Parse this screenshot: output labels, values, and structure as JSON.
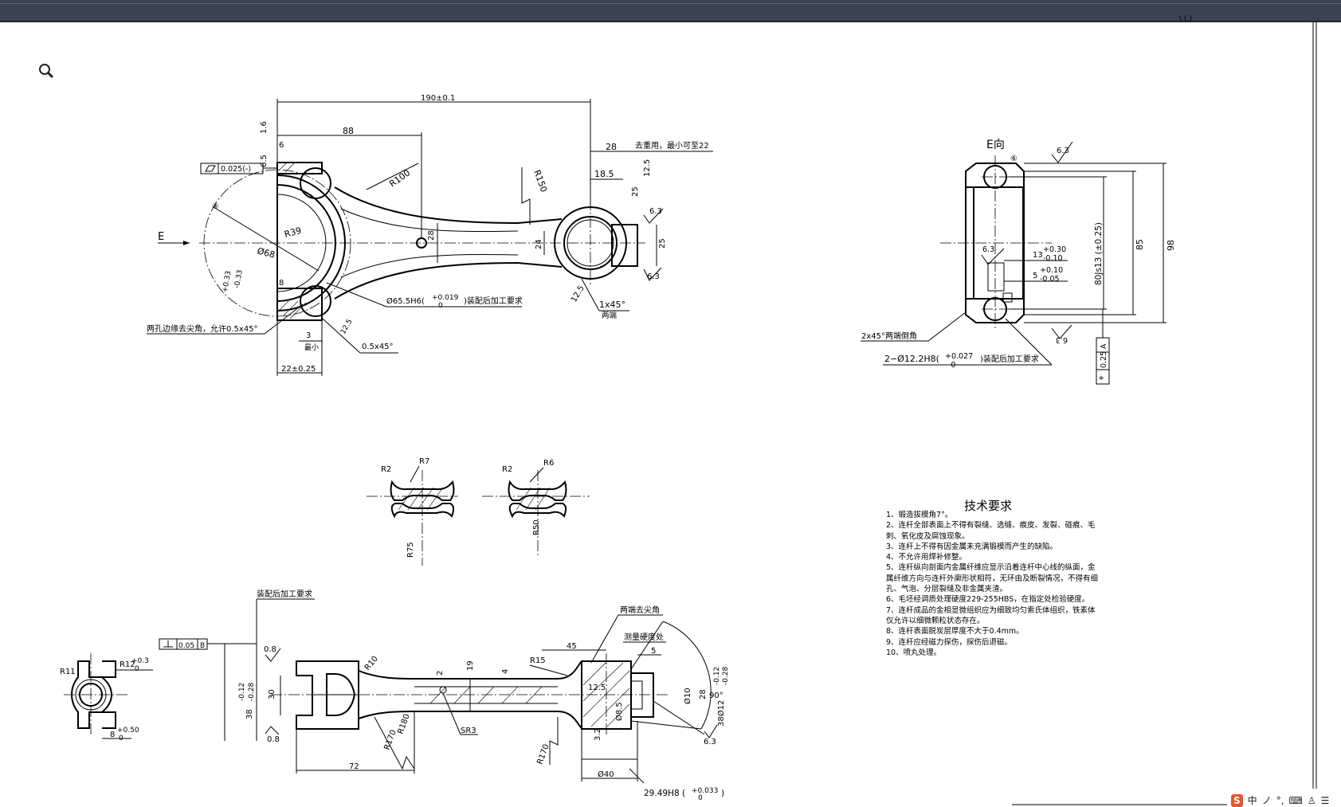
{
  "topview": {
    "d_190": "190±0.1",
    "d_88": "88",
    "d_28": "28",
    "d_185": "18.5",
    "d_125a": "12.5",
    "d_16": "1.6",
    "d_65": "6.5",
    "d_6": "6",
    "flat": "0.025(-)",
    "r100": "R100",
    "r150": "R150",
    "r39": "R39",
    "d68": "Ø68",
    "d28b": "28",
    "d24": "24",
    "d25": "25",
    "d63a": "6.3",
    "d63b": "6.3",
    "d125b": "12.5",
    "d25b": "25",
    "d8": "8",
    "note_right": "去重用，最小可至22",
    "e_label": "E",
    "bore": "Ø65.5H6(",
    "bore_tol_up": "+0.019",
    "bore_tol_dn": "0",
    "bore_note": ")装配后加工要求",
    "cham_1x45": "1x45°",
    "both_ends": "两端",
    "d3": "3",
    "min_txt": "最小",
    "d05x45": "0.5x45°",
    "d22": "22±0.25",
    "edge_note": "两孔边缘去尖角，允许0.5x45°",
    "d_125c": "12.5",
    "d_25c": "25",
    "tol_up": "+0.33",
    "tol_dn": "-0.33",
    "deg_label": "④"
  },
  "eview": {
    "title": "E向",
    "d63": "6.3",
    "d63b": "6.3",
    "d98": "98",
    "d85": "85",
    "d80": "80Js13 (±0.25)",
    "d13": "13",
    "d13_up": "+0.30",
    "d13_dn": "-0.10",
    "d5": "5",
    "d5_up": "+0.10",
    "d5_dn": "-0.05",
    "cham": "2x45°两端倒角",
    "hole": "2−Ø12.2H8(",
    "hole_up": "+0.027",
    "hole_dn": "-0",
    "hole_note": ")装配后加工要求",
    "pos_tol": "0.25",
    "pos_ref": "A",
    "d63c": "6.3"
  },
  "sections": {
    "a_r2": "R2",
    "a_r7": "R7",
    "b_r2": "R2",
    "b_r6": "R6",
    "r75": "R75",
    "r50": "R50"
  },
  "sideview": {
    "assembly_note": "装配后加工要求",
    "perp_tol": "0.05",
    "perp_ref": "B",
    "d08a": "0.8",
    "d08b": "0.8",
    "d38": "38",
    "d38_up": "-0.12",
    "d38_dn": "-0.28",
    "d30": "30",
    "r10": "R10",
    "d2": "2",
    "d19": "19",
    "d4": "4",
    "r15": "R15",
    "sr3": "SR3",
    "r170a": "R170",
    "r180": "R180",
    "r170b": "R170",
    "d72": "72",
    "d45": "45",
    "both_sharp": "两端去尖角",
    "hardness": "测量硬度处",
    "d5": "5",
    "d125": "12.5",
    "d85": "Ø8.5",
    "d10": "Ø10",
    "d28": "28",
    "d38b": "38Ø12",
    "d38b_up": "-0.12",
    "d38b_dn": "-0.28",
    "d32": "3.2",
    "d8": "8",
    "d40": "Ø40",
    "d2949": "29.49H8 (",
    "d2949_up": "+0.033",
    "d2949_dn": "0",
    "angle90": "90°",
    "d63": "6.3",
    "r11": "R11",
    "r12": "R12",
    "r12_up": "+0.3",
    "r12_dn": "0",
    "d8b": "8",
    "d8b_up": "+0.50",
    "d8b_dn": "0"
  },
  "tech": {
    "title": "技术要求",
    "lines": [
      "1、锻造拔模角7°。",
      "2、连杆全部表面上不得有裂缝、选缝、痕皮、发裂、碰痕、毛",
      "刺、氧化皮及腐蚀现象。",
      "3、连杆上不得有因金属未充满锻模而产生的缺陷。",
      "4、不允许用焊补修整。",
      "5、连杆纵向剖面内金属纤维应显示沿着连杆中心线的纵面，金",
      "属纤维方向与连杆外廓形状相符，无环由及断裂情况，不得有细",
      "孔、气泡、分层裂缝及非金属夹渣。",
      "6、毛坯经调质处理硬度229-255HBS，在指定处检验硬度。",
      "7、连杆成品的金相显微组织应为细致均匀索氏体组织，铁素体",
      "仅允许以细微颗粒状态存在。",
      "8、连杆表面脱炭层厚度不大于0.4mm。",
      "9、连杆应经磁力探伤，探伤后退磁。",
      "10、喷丸处理。"
    ]
  },
  "ime": {
    "logo": "S",
    "zh": "中",
    "moon": "ノ",
    "punct": "°,",
    "kbd": "⌨",
    "user": "♙",
    "menu": "☰"
  },
  "zoom_icon": "magnifier-icon"
}
